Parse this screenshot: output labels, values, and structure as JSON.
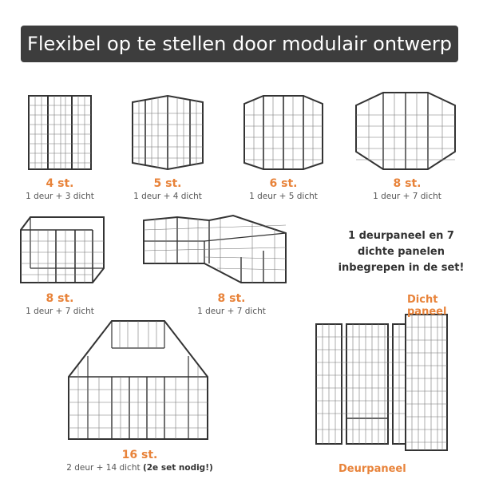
{
  "header": {
    "title": "Flexibel op te stellen door modulair ontwerp"
  },
  "configs": [
    {
      "count": "4 st.",
      "desc": "1 deur + 3 dicht"
    },
    {
      "count": "5 st.",
      "desc": "1 deur + 4 dicht"
    },
    {
      "count": "6 st.",
      "desc": "1 deur + 5 dicht"
    },
    {
      "count": "8 st.",
      "desc": "1 deur + 7 dicht"
    },
    {
      "count": "8 st.",
      "desc": "1 deur + 7 dicht"
    },
    {
      "count": "8 st.",
      "desc": "1 deur + 7 dicht"
    },
    {
      "count": "16 st.",
      "desc_main": "2 deur + 14 dicht ",
      "desc_bold": "(2e set nodig!)"
    }
  ],
  "note": "1 deurpaneel en 7 dichte panelen inbegrepen in de set!",
  "labels": {
    "closed_panel": "Dicht paneel",
    "door_panel": "Deurpaneel"
  },
  "colors": {
    "accent": "#e8833a",
    "banner": "#3d3d3d",
    "text": "#555555"
  }
}
